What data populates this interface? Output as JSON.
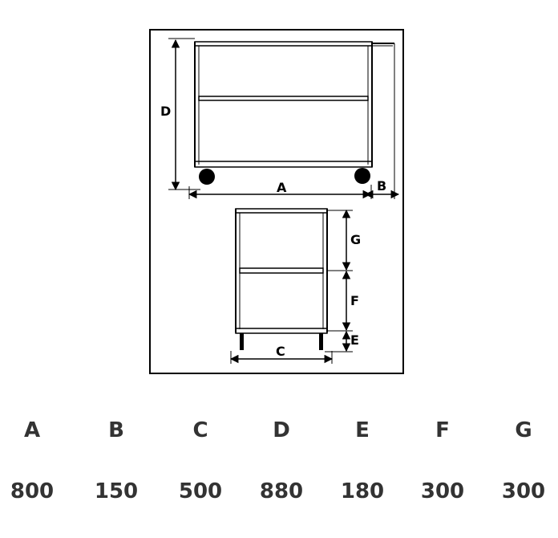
{
  "diagram": {
    "labels": {
      "A": "A",
      "B": "B",
      "C": "C",
      "D": "D",
      "E": "E",
      "F": "F",
      "G": "G"
    }
  },
  "table": {
    "headers": [
      "A",
      "B",
      "C",
      "D",
      "E",
      "F",
      "G"
    ],
    "values": [
      "800",
      "150",
      "500",
      "880",
      "180",
      "300",
      "300"
    ]
  }
}
